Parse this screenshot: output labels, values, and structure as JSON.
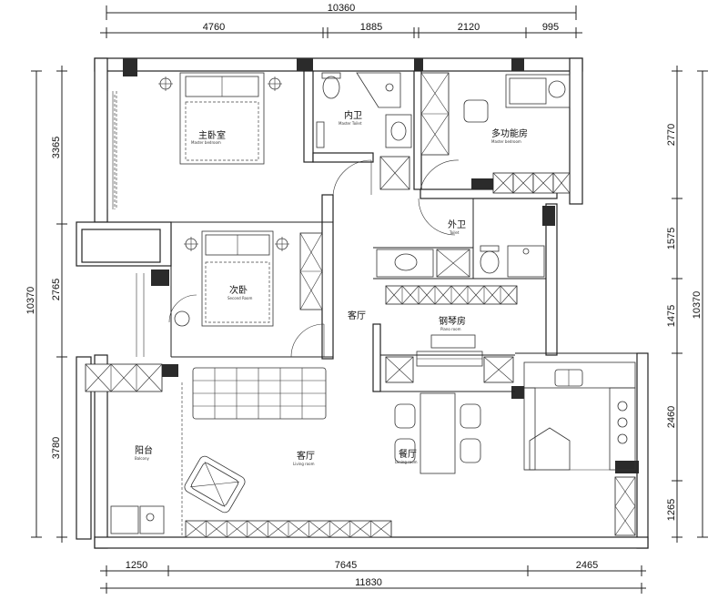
{
  "dimensions": {
    "top_total": "10360",
    "top_segments": [
      "4760",
      "1885",
      "2120",
      "995"
    ],
    "bottom_segments": [
      "1250",
      "7645",
      "2465"
    ],
    "bottom_total": "11830",
    "left_total": "10370",
    "left_segments": [
      "3365",
      "2765",
      "3780"
    ],
    "right_total": "10370",
    "right_segments": [
      "2770",
      "1575",
      "1475",
      "2460",
      "1265"
    ]
  },
  "rooms": {
    "master_bedroom": {
      "cn": "主卧室",
      "en": "Master bedroom"
    },
    "inner_toilet": {
      "cn": "内卫",
      "en": "Master Toilet"
    },
    "multi_room": {
      "cn": "多功能房",
      "en": "Master bedroom"
    },
    "outer_toilet": {
      "cn": "外卫",
      "en": "Toilet"
    },
    "second_bedroom": {
      "cn": "次卧",
      "en": "Second Room"
    },
    "living_upper": {
      "cn": "客厅"
    },
    "piano_room": {
      "cn": "钢琴房",
      "en": "Piano room"
    },
    "balcony": {
      "cn": "阳台",
      "en": "Balcony"
    },
    "living_room": {
      "cn": "客厅",
      "en": "Living room"
    },
    "dining_room": {
      "cn": "餐厅",
      "en": "Dining room"
    }
  }
}
